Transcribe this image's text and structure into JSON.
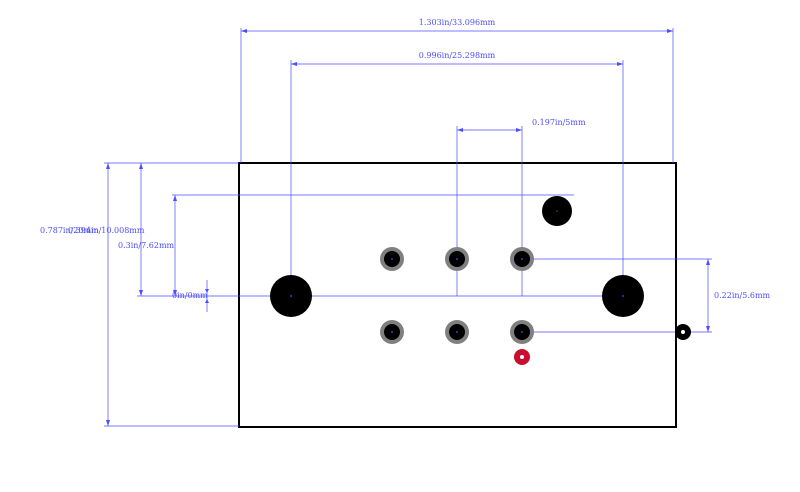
{
  "colors": {
    "background": "#ffffff",
    "outline": "#000000",
    "dimension": "#4d4dff",
    "pad_ring": "#808080",
    "pad_core": "#000000",
    "pin1_marker": "#c8102e",
    "hole_dot": "#ffffff"
  },
  "dimensions": {
    "overall_width": "1.303in/33.096mm",
    "hole_spacing": "0.996in/25.298mm",
    "pin_pitch": "0.197in/5mm",
    "overall_height": "0.787in/20mm",
    "side_height": "0.394in/10.008mm",
    "row_offset": "0.3in/7.62mm",
    "zero_ref": "0in/0mm",
    "row_spacing": "0.22in/5.6mm"
  }
}
